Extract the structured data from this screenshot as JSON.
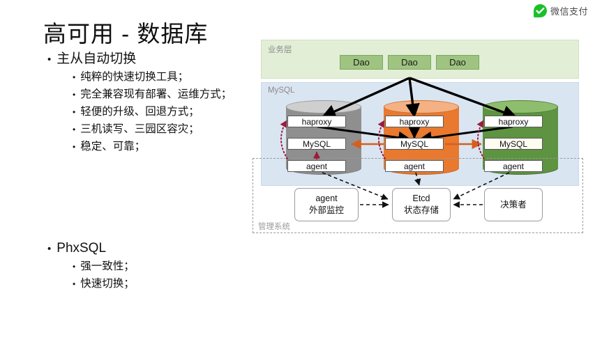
{
  "logo": {
    "icon": "wechat-pay-check-bubble-icon",
    "brand": "微信支付",
    "color": "#1bbf2b"
  },
  "slide": {
    "title": "高可用  -  数据库"
  },
  "bullets": [
    {
      "level1": "主从自动切换",
      "level2": [
        "纯粹的快速切换工具；",
        "完全兼容现有部署、运维方式；",
        "轻便的升级、回退方式；",
        "三机读写、三园区容灾；",
        "稳定、可靠；"
      ]
    },
    {
      "level1": "PhxSQL",
      "level2": [
        "强一致性；",
        "快速切换；"
      ]
    }
  ],
  "diagram": {
    "business_layer": {
      "label": "业务层",
      "panel_color": "#e2eed6",
      "dao_boxes": [
        "Dao",
        "Dao",
        "Dao"
      ]
    },
    "mysql_layer": {
      "label": "MySQL",
      "panel_color": "#dae5f2",
      "clusters": [
        {
          "color": "#8f8f8f",
          "nodes": [
            "haproxy",
            "MySQL",
            "agent"
          ]
        },
        {
          "color": "#e8792f",
          "nodes": [
            "haproxy",
            "MySQL",
            "agent"
          ]
        },
        {
          "color": "#5d9341",
          "nodes": [
            "haproxy",
            "MySQL",
            "agent"
          ]
        }
      ]
    },
    "management_system": {
      "label": "管理系统",
      "boxes": [
        {
          "line1": "agent",
          "line2": "外部监控"
        },
        {
          "line1": "Etcd",
          "line2": "状态存储"
        },
        {
          "line1": "决策者",
          "line2": ""
        }
      ]
    },
    "edge_colors": {
      "request_flow": "#000000",
      "replication": "#d4601e",
      "monitor": "#8f1230",
      "control": "#000000"
    }
  }
}
